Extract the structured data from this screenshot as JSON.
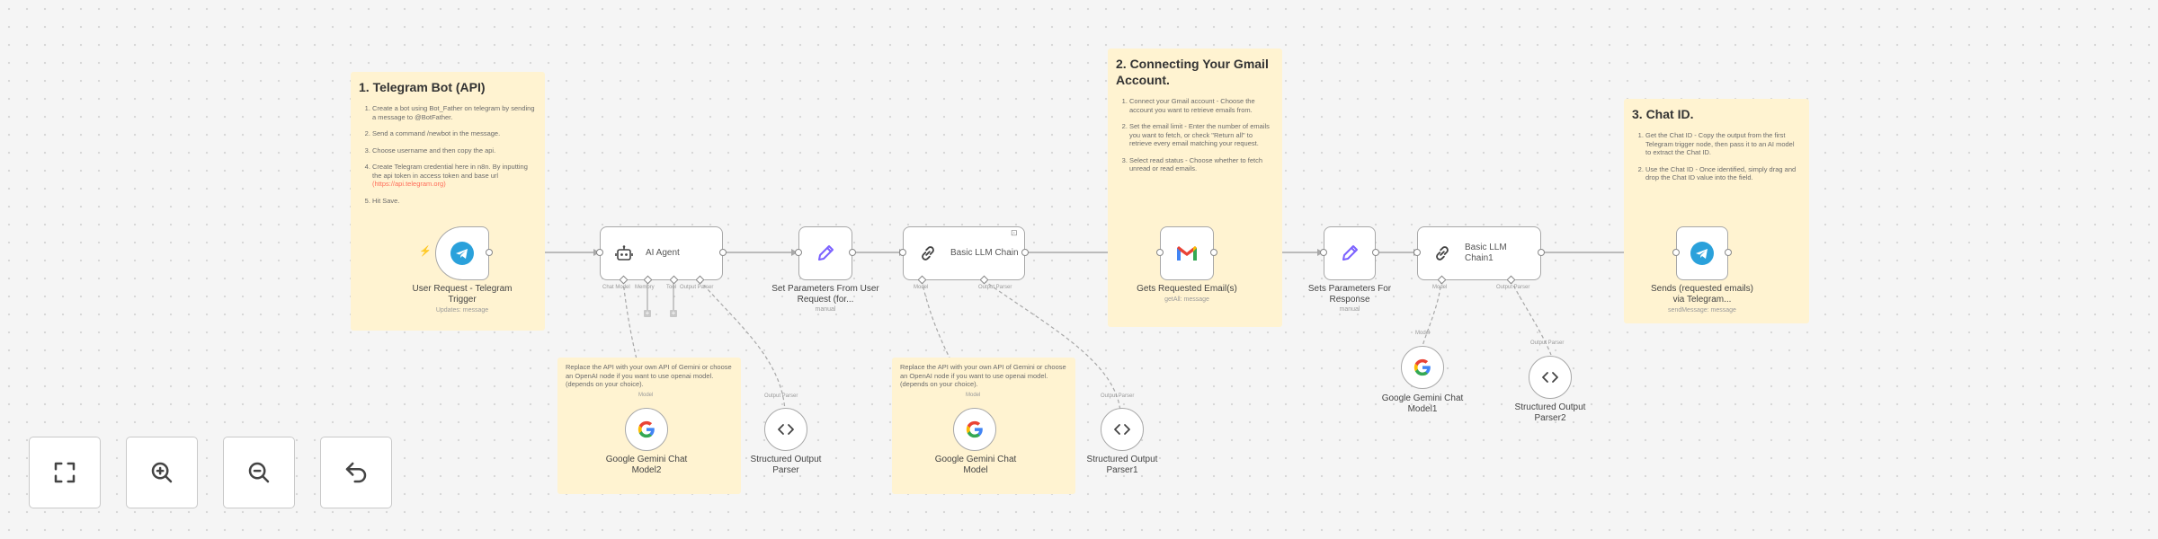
{
  "sticky_notes": {
    "telegram": {
      "title": "1. Telegram Bot (API)",
      "steps": [
        "Create a bot using Bot_Father on telegram by sending a message to @BotFather.",
        "Send a command /newbot in the message.",
        "Choose username and then copy the api.",
        "Create Telegram credential here in n8n. By inputting the api token in access token and base url",
        "Hit Save."
      ],
      "link": "(https://api.telegram.org)"
    },
    "gmail": {
      "title": "2. Connecting Your Gmail Account.",
      "steps": [
        "Connect your Gmail account - Choose the account you want to retrieve emails from.",
        "Set the email limit - Enter the number of emails you want to fetch, or check \"Return all\" to retrieve every email matching your request.",
        "Select read status - Choose whether to fetch unread or read emails."
      ]
    },
    "chatid": {
      "title": "3. Chat ID.",
      "steps": [
        "Get the Chat ID - Copy the output from the first Telegram trigger node, then pass it to an AI model to extract the Chat ID.",
        "Use the Chat ID - Once identified, simply drag and drop the Chat ID value into the field."
      ]
    },
    "model_note_1": "Replace the API with your own API of Gemini or choose an OpenAI node if you want to use openai model. (depends on your choice).",
    "model_note_2": "Replace the API with your own API of Gemini or choose an OpenAI node if you want to use openai model. (depends on your choice)."
  },
  "nodes": {
    "telegram_trigger": {
      "label": "User Request - Telegram Trigger",
      "subtitle": "Updates: message"
    },
    "ai_agent": {
      "name": "AI Agent",
      "ports": [
        "Chat Model",
        "Memory",
        "Tool",
        "Output Parser"
      ]
    },
    "set_params_1": {
      "label": "Set Parameters From User Request (for...",
      "subtitle": "manual"
    },
    "llm_chain_1": {
      "name": "Basic LLM Chain",
      "ports": [
        "Model",
        "Output Parser"
      ]
    },
    "gmail": {
      "label": "Gets Requested Email(s)",
      "subtitle": "getAll: message"
    },
    "set_params_2": {
      "label": "Sets Parameters For Response",
      "subtitle": "manual"
    },
    "llm_chain_2": {
      "name": "Basic LLM Chain1",
      "ports": [
        "Model",
        "Output Parser"
      ]
    },
    "telegram_send": {
      "label": "Sends (requested emails) via Telegram...",
      "subtitle": "sendMessage: message"
    }
  },
  "sub_nodes": {
    "gemini_2": {
      "label": "Google Gemini Chat Model2",
      "port": "Model"
    },
    "parser_1": {
      "label": "Structured Output Parser",
      "port": "Output Parser"
    },
    "gemini_main": {
      "label": "Google Gemini Chat Model",
      "port": "Model"
    },
    "parser_2": {
      "label": "Structured Output Parser1",
      "port": "Output Parser"
    },
    "gemini_1": {
      "label": "Google Gemini Chat Model1",
      "port": "Model"
    },
    "parser_3": {
      "label": "Structured Output Parser2",
      "port": "Output Parser"
    }
  },
  "controls": {
    "fit_view": "fit-view",
    "zoom_in": "zoom-in",
    "zoom_out": "zoom-out",
    "reset": "reset-zoom"
  },
  "colors": {
    "sticky": "#fff3d1",
    "telegram": "#2aa1db",
    "set_node": "#7b61ff",
    "gmail_red": "#ea4335",
    "accent": "#ff6d5a",
    "connection": "#a8a8a8"
  }
}
